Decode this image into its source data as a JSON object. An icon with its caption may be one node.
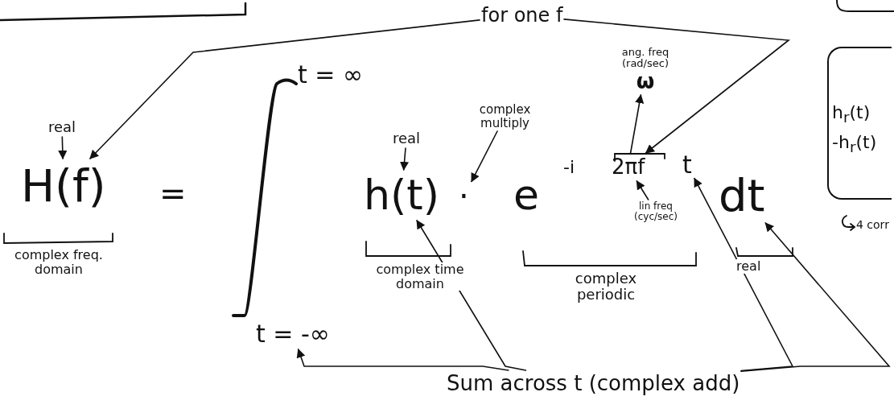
{
  "diagram": {
    "nodes": [
      {
        "text": [
          "for one f"
        ]
      },
      {
        "text": [
          "real"
        ]
      },
      {
        "text": [
          "H(f)"
        ]
      },
      {
        "text": [
          "t = ∞"
        ]
      },
      {
        "text": [
          "real"
        ]
      },
      {
        "text": [
          "complex multiply"
        ]
      },
      {
        "text": [
          "h(t)"
        ]
      },
      {
        "text": [
          "·"
        ]
      },
      {
        "text": [
          "e"
        ]
      },
      {
        "text": [
          "ang. freq (rad/sec)",
          "ω"
        ]
      },
      {
        "text": [
          "2πf"
        ]
      },
      {
        "text": [
          "t"
        ]
      },
      {
        "text": [
          "lin freq (cyc/sec)"
        ]
      },
      {
        "text": [
          "dt"
        ]
      },
      {
        "text": [
          "t = -∞"
        ]
      },
      {
        "text": [
          "h$_{r}$(t)",
          "-h$_{r}$(t)"
        ]
      },
      {
        "text": [
          "Sum across t (complex add)"
        ]
      }
    ],
    "edges": [
      {
        "from": 0,
        "to": 2,
        "arrow": "to"
      },
      {
        "from": 0,
        "to": 10,
        "arrow": "to"
      },
      {
        "from": 1,
        "to": 2,
        "arrow": "to"
      },
      {
        "from": 4,
        "to": 6,
        "arrow": "to"
      },
      {
        "from": 5,
        "to": 7,
        "arrow": "to"
      },
      {
        "from": 10,
        "to": 9,
        "arrow": "to"
      },
      {
        "from": 12,
        "to": 10,
        "arrow": "to"
      },
      {
        "from": 16,
        "to": 14,
        "arrow": "to"
      },
      {
        "from": 16,
        "to": 6,
        "arrow": "to"
      },
      {
        "from": 16,
        "to": 11,
        "arrow": "to"
      },
      {
        "from": 16,
        "to": 13,
        "arrow": "to"
      }
    ],
    "labels": [
      "-i",
      "=",
      "complex freq. domain",
      "complex time domain",
      "real",
      "complex periodic",
      "4 corr"
    ]
  }
}
